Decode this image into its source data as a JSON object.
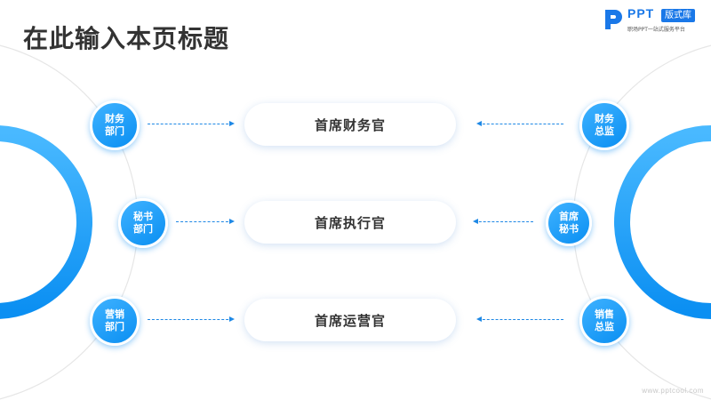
{
  "page": {
    "title": "在此输入本页标题"
  },
  "logo": {
    "brand": "PPT",
    "badge": "版式库",
    "slogan": "职场PPT一站式服务平台"
  },
  "colors": {
    "accent": "#0a8ff2",
    "accent_light": "#3fb2ff",
    "title_text": "#333333"
  },
  "left_nodes": [
    {
      "line1": "财务",
      "line2": "部门"
    },
    {
      "line1": "秘书",
      "line2": "部门"
    },
    {
      "line1": "营销",
      "line2": "部门"
    }
  ],
  "center_cards": [
    {
      "label": "首席财务官"
    },
    {
      "label": "首席执行官"
    },
    {
      "label": "首席运营官"
    }
  ],
  "right_nodes": [
    {
      "line1": "财务",
      "line2": "总监"
    },
    {
      "line1": "首席",
      "line2": "秘书"
    },
    {
      "line1": "销售",
      "line2": "总监"
    }
  ],
  "footer": {
    "watermark": "www.pptcool.com"
  }
}
